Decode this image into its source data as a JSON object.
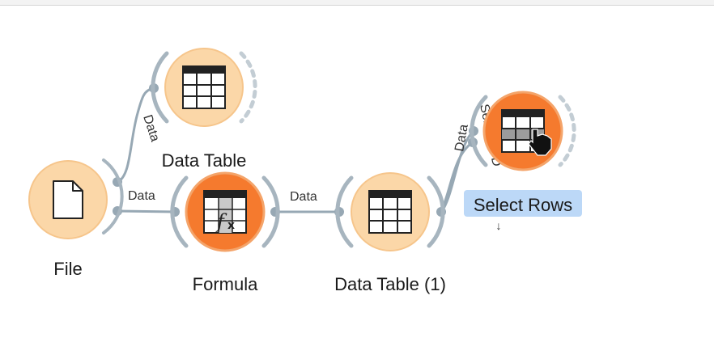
{
  "colors": {
    "node_light": "#fbd7a8",
    "node_light_edge": "#f6c58b",
    "node_active": "#f57a2e",
    "node_active_edge": "#f4a46a",
    "link": "#97a8b4",
    "arc": "#a7b5bf",
    "selection": "#bcd8f7"
  },
  "nodes": {
    "file": {
      "label": "File",
      "icon": "file-icon"
    },
    "data_table": {
      "label": "Data Table",
      "icon": "table-icon"
    },
    "formula": {
      "label": "Formula",
      "icon": "formula-icon"
    },
    "data_table_1": {
      "label": "Data Table (1)",
      "icon": "table-icon"
    },
    "select_rows": {
      "label": "Select Rows",
      "icon": "select-rows-icon"
    }
  },
  "links": {
    "file_to_data_table": "Data",
    "file_to_formula": "Data",
    "formula_to_data_table_1": "Data",
    "data_table_1_to_select_rows_selected": "Selected D",
    "data_table_1_to_select_rows_data": "Data"
  },
  "indicator": "↓"
}
